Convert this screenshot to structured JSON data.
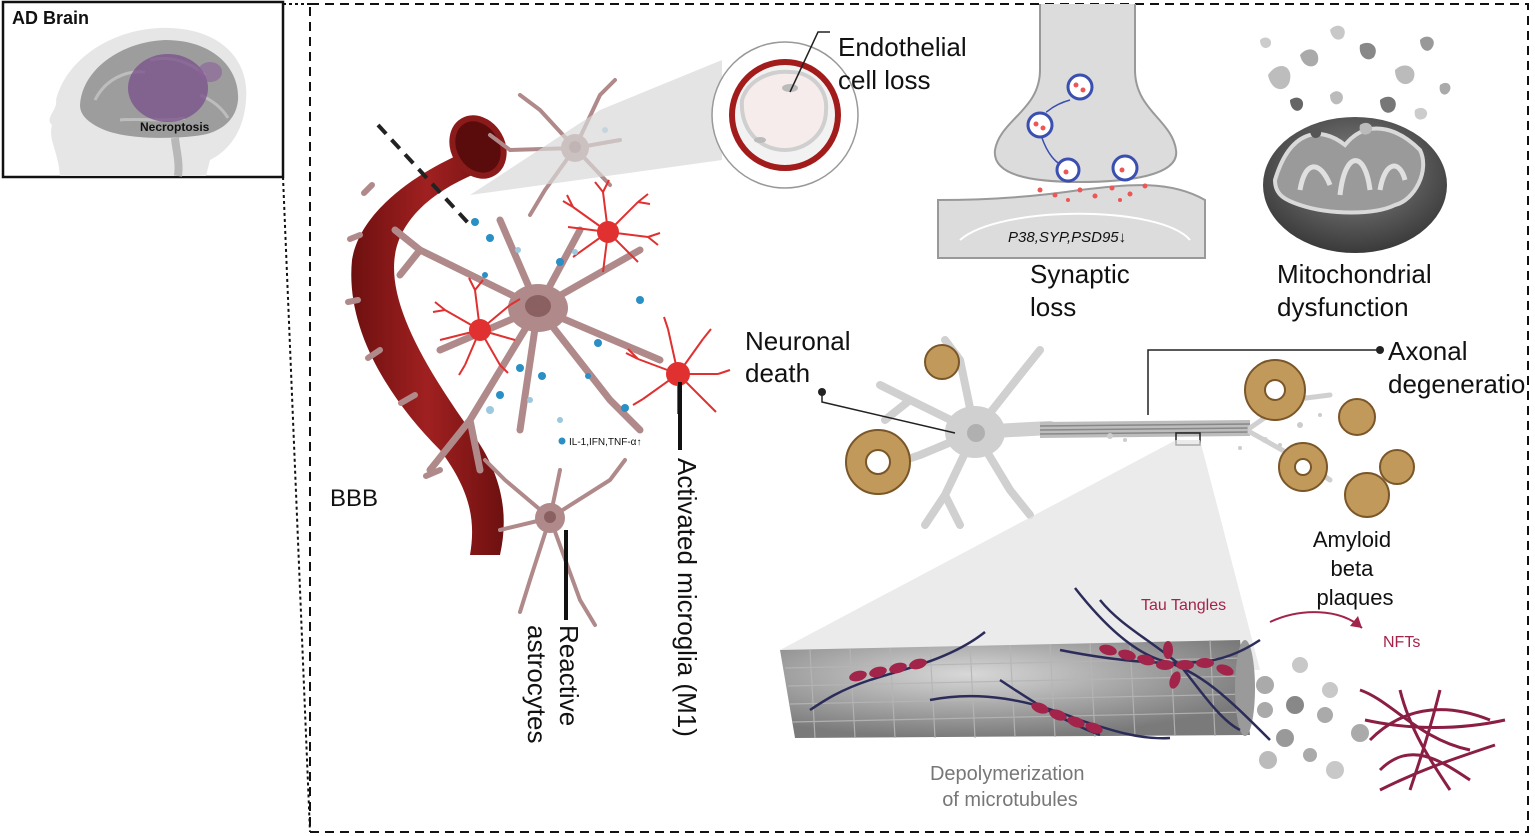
{
  "inset": {
    "title": "AD Brain",
    "region_label": "Necroptosis"
  },
  "labels": {
    "endothelial": [
      "Endothelial",
      "cell loss"
    ],
    "synaptic": [
      "Synaptic",
      "loss"
    ],
    "synaptic_markers": "P38,SYP,PSD95↓",
    "mito": [
      "Mitochondrial",
      "dysfunction"
    ],
    "neuronal_death": [
      "Neuronal",
      "death"
    ],
    "axonal": [
      "Axonal",
      "degeneratio"
    ],
    "bbb": "BBB",
    "cytokines": "IL-1,IFN,TNF-α↑",
    "microglia": "Activated microglia (M1)",
    "astrocytes": [
      "Reactive",
      "astrocytes"
    ],
    "amyloid": [
      "Amyloid",
      "beta",
      "plaques"
    ],
    "tau": "Tau Tangles",
    "nfts": "NFTs",
    "depoly": [
      "Depolymerization",
      "of microtubules"
    ]
  },
  "colors": {
    "vessel": "#8b1a1a",
    "astrocyte": "#b08a8a",
    "microglia": "#e03030",
    "tau": "#a3244a",
    "plaque": "#9a7233",
    "neuron": "#d0d0d0",
    "microtubule": "#9a9a9a",
    "cytokine": "#2a8fc4",
    "vesicle": "#3a4fb0"
  }
}
